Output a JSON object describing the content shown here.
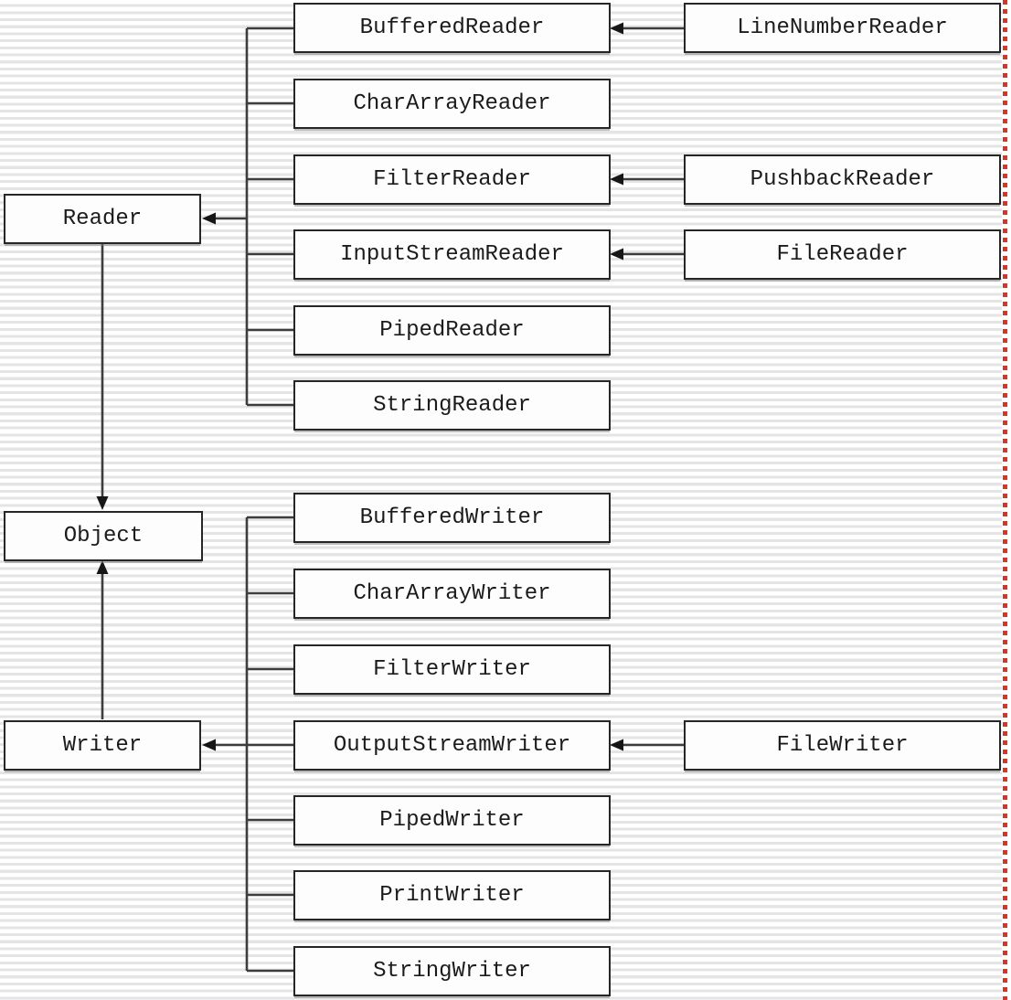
{
  "diagram": {
    "description_colors": {
      "background": "#ffffff",
      "background_stripe": "#e4e4e7",
      "box_fill": "#fdfdfd",
      "box_border": "#262626",
      "connector": "#3d3d3d",
      "arrowhead": "#161616",
      "margin_line_red": "#e2321f",
      "text": "#1b1b1b"
    },
    "edges": [
      {
        "from": "Reader",
        "to": "Object"
      },
      {
        "from": "Writer",
        "to": "Object"
      },
      {
        "from": "BufferedReader",
        "to": "Reader"
      },
      {
        "from": "CharArrayReader",
        "to": "Reader"
      },
      {
        "from": "FilterReader",
        "to": "Reader"
      },
      {
        "from": "InputStreamReader",
        "to": "Reader"
      },
      {
        "from": "PipedReader",
        "to": "Reader"
      },
      {
        "from": "StringReader",
        "to": "Reader"
      },
      {
        "from": "LineNumberReader",
        "to": "BufferedReader"
      },
      {
        "from": "PushbackReader",
        "to": "FilterReader"
      },
      {
        "from": "FileReader",
        "to": "InputStreamReader"
      },
      {
        "from": "BufferedWriter",
        "to": "Writer"
      },
      {
        "from": "CharArrayWriter",
        "to": "Writer"
      },
      {
        "from": "FilterWriter",
        "to": "Writer"
      },
      {
        "from": "OutputStreamWriter",
        "to": "Writer"
      },
      {
        "from": "PipedWriter",
        "to": "Writer"
      },
      {
        "from": "PrintWriter",
        "to": "Writer"
      },
      {
        "from": "StringWriter",
        "to": "Writer"
      },
      {
        "from": "FileWriter",
        "to": "OutputStreamWriter"
      }
    ]
  },
  "nodes": {
    "reader": {
      "label": "Reader"
    },
    "object": {
      "label": "Object"
    },
    "writer": {
      "label": "Writer"
    },
    "buffered_reader": {
      "label": "BufferedReader"
    },
    "char_array_reader": {
      "label": "CharArrayReader"
    },
    "filter_reader": {
      "label": "FilterReader"
    },
    "input_stream_reader": {
      "label": "InputStreamReader"
    },
    "piped_reader": {
      "label": "PipedReader"
    },
    "string_reader": {
      "label": "StringReader"
    },
    "line_number_reader": {
      "label": "LineNumberReader"
    },
    "pushback_reader": {
      "label": "PushbackReader"
    },
    "file_reader": {
      "label": "FileReader"
    },
    "buffered_writer": {
      "label": "BufferedWriter"
    },
    "char_array_writer": {
      "label": "CharArrayWriter"
    },
    "filter_writer": {
      "label": "FilterWriter"
    },
    "output_stream_writer": {
      "label": "OutputStreamWriter"
    },
    "piped_writer": {
      "label": "PipedWriter"
    },
    "print_writer": {
      "label": "PrintWriter"
    },
    "string_writer": {
      "label": "StringWriter"
    },
    "file_writer": {
      "label": "FileWriter"
    }
  }
}
